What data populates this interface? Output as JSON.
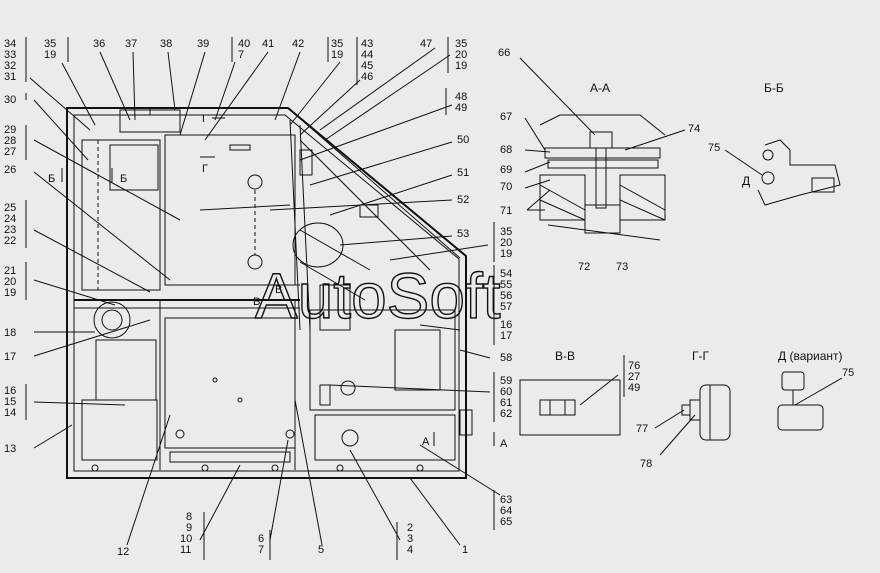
{
  "watermark": "AutoSoft",
  "captions": {
    "aa": "А-А",
    "bb": "Б-Б",
    "vv": "В-В",
    "gg": "Г-Г",
    "d": "Д  (вариант)"
  },
  "markers": {
    "b": "Б",
    "v": "В",
    "g": "Г",
    "a": "А",
    "d": "Д"
  },
  "callouts": [
    {
      "id": "34",
      "t": "34"
    },
    {
      "id": "33",
      "t": "33"
    },
    {
      "id": "32",
      "t": "32"
    },
    {
      "id": "31",
      "t": "31"
    },
    {
      "id": "35a",
      "t": "35"
    },
    {
      "id": "19a",
      "t": "19"
    },
    {
      "id": "36",
      "t": "36"
    },
    {
      "id": "37",
      "t": "37"
    },
    {
      "id": "38",
      "t": "38"
    },
    {
      "id": "39",
      "t": "39"
    },
    {
      "id": "40",
      "t": "40"
    },
    {
      "id": "7a",
      "t": "7"
    },
    {
      "id": "41",
      "t": "41"
    },
    {
      "id": "42",
      "t": "42"
    },
    {
      "id": "35b",
      "t": "35"
    },
    {
      "id": "19b",
      "t": "19"
    },
    {
      "id": "43",
      "t": "43"
    },
    {
      "id": "44",
      "t": "44"
    },
    {
      "id": "45",
      "t": "45"
    },
    {
      "id": "46",
      "t": "46"
    },
    {
      "id": "47",
      "t": "47"
    },
    {
      "id": "35c",
      "t": "35"
    },
    {
      "id": "20c",
      "t": "20"
    },
    {
      "id": "19c",
      "t": "19"
    },
    {
      "id": "30",
      "t": "30"
    },
    {
      "id": "29",
      "t": "29"
    },
    {
      "id": "28",
      "t": "28"
    },
    {
      "id": "27",
      "t": "27"
    },
    {
      "id": "26",
      "t": "26"
    },
    {
      "id": "25",
      "t": "25"
    },
    {
      "id": "24",
      "t": "24"
    },
    {
      "id": "23",
      "t": "23"
    },
    {
      "id": "22",
      "t": "22"
    },
    {
      "id": "21",
      "t": "21"
    },
    {
      "id": "20",
      "t": "20"
    },
    {
      "id": "19",
      "t": "19"
    },
    {
      "id": "18",
      "t": "18"
    },
    {
      "id": "17",
      "t": "17"
    },
    {
      "id": "16",
      "t": "16"
    },
    {
      "id": "15",
      "t": "15"
    },
    {
      "id": "14",
      "t": "14"
    },
    {
      "id": "13",
      "t": "13"
    },
    {
      "id": "12",
      "t": "12"
    },
    {
      "id": "8",
      "t": "8"
    },
    {
      "id": "9",
      "t": "9"
    },
    {
      "id": "10",
      "t": "10"
    },
    {
      "id": "11",
      "t": "11"
    },
    {
      "id": "6",
      "t": "6"
    },
    {
      "id": "7",
      "t": "7"
    },
    {
      "id": "5",
      "t": "5"
    },
    {
      "id": "2",
      "t": "2"
    },
    {
      "id": "3",
      "t": "3"
    },
    {
      "id": "4",
      "t": "4"
    },
    {
      "id": "1",
      "t": "1"
    },
    {
      "id": "48",
      "t": "48"
    },
    {
      "id": "49",
      "t": "49"
    },
    {
      "id": "50",
      "t": "50"
    },
    {
      "id": "51",
      "t": "51"
    },
    {
      "id": "52",
      "t": "52"
    },
    {
      "id": "53",
      "t": "53"
    },
    {
      "id": "35d",
      "t": "35"
    },
    {
      "id": "20d",
      "t": "20"
    },
    {
      "id": "19d",
      "t": "19"
    },
    {
      "id": "54",
      "t": "54"
    },
    {
      "id": "55",
      "t": "55"
    },
    {
      "id": "56",
      "t": "56"
    },
    {
      "id": "57",
      "t": "57"
    },
    {
      "id": "16r",
      "t": "16"
    },
    {
      "id": "17r",
      "t": "17"
    },
    {
      "id": "58",
      "t": "58"
    },
    {
      "id": "59",
      "t": "59"
    },
    {
      "id": "60",
      "t": "60"
    },
    {
      "id": "61",
      "t": "61"
    },
    {
      "id": "62",
      "t": "62"
    },
    {
      "id": "63",
      "t": "63"
    },
    {
      "id": "64",
      "t": "64"
    },
    {
      "id": "65",
      "t": "65"
    },
    {
      "id": "66",
      "t": "66"
    },
    {
      "id": "67",
      "t": "67"
    },
    {
      "id": "68",
      "t": "68"
    },
    {
      "id": "69",
      "t": "69"
    },
    {
      "id": "70",
      "t": "70"
    },
    {
      "id": "71",
      "t": "71"
    },
    {
      "id": "72",
      "t": "72"
    },
    {
      "id": "73",
      "t": "73"
    },
    {
      "id": "74",
      "t": "74"
    },
    {
      "id": "75",
      "t": "75"
    },
    {
      "id": "76",
      "t": "76"
    },
    {
      "id": "27v",
      "t": "27"
    },
    {
      "id": "49v",
      "t": "49"
    },
    {
      "id": "77",
      "t": "77"
    },
    {
      "id": "78",
      "t": "78"
    },
    {
      "id": "75d",
      "t": "75"
    }
  ]
}
